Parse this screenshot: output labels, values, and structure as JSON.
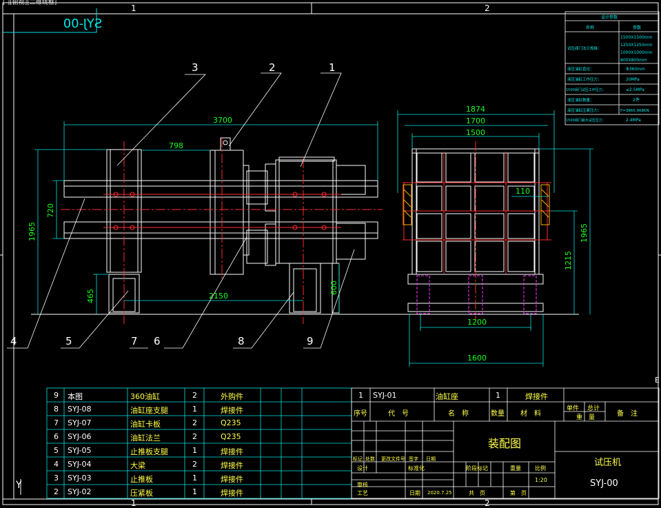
{
  "viewport_label": "[-][俯视][二维线框]",
  "drawing_no_mirrored": "SYJ-00",
  "border": {
    "col_top_1": "1",
    "col_top_2": "2",
    "col_bot_1": "1",
    "col_bot_2": "2",
    "row_right_e": "E"
  },
  "ucs_label": "Y",
  "balloons": [
    "1",
    "2",
    "3",
    "4",
    "5",
    "6",
    "7",
    "8",
    "9"
  ],
  "dims": {
    "overall_length": "3700",
    "span_798": "798",
    "height_720": "720",
    "height_1965": "1965",
    "height_465": "465",
    "span_2150": "2150",
    "height_600": "600",
    "width_1874": "1874",
    "width_1700": "1700",
    "width_1500": "1500",
    "gap_110": "110",
    "height_1215": "1215",
    "height_1965_side": "1965",
    "base_1200": "1200",
    "base_1600": "1600"
  },
  "params": {
    "title": "设计参数",
    "head_name": "名称",
    "head_param": "参数",
    "rows": [
      {
        "name": "试压阀门法兰规格：",
        "values": [
          "1500X1500mm",
          "1250X1250mm",
          "1000X1000mm",
          "800X800mm"
        ]
      },
      {
        "name": "液压油缸直径：",
        "values": [
          "Φ360mm"
        ]
      },
      {
        "name": "液压油缸工作压力：",
        "values": [
          "20MPa"
        ]
      },
      {
        "name": "1500阀门试压工作压力：",
        "values": [
          "≤2.5MPa"
        ]
      },
      {
        "name": "液压油缸数量：",
        "values": [
          "2件"
        ]
      },
      {
        "name": "液压油缸压紧压力：",
        "values": [
          "F=3865.968KN"
        ]
      },
      {
        "name": "1500阀门最大试压压力：",
        "values": [
          "2.4MPa"
        ]
      }
    ]
  },
  "bom": {
    "rows": [
      {
        "no": "9",
        "code": "本图",
        "name": "360油缸",
        "qty": "2",
        "mat": "外购件"
      },
      {
        "no": "8",
        "code": "SYJ-08",
        "name": "油缸座支腿",
        "qty": "1",
        "mat": "焊接件"
      },
      {
        "no": "7",
        "code": "SYJ-07",
        "name": "油缸卡板",
        "qty": "2",
        "mat": "Q235"
      },
      {
        "no": "6",
        "code": "SYJ-06",
        "name": "油缸法兰",
        "qty": "2",
        "mat": "Q235"
      },
      {
        "no": "5",
        "code": "SYJ-05",
        "name": "止推板支腿",
        "qty": "1",
        "mat": "焊接件"
      },
      {
        "no": "4",
        "code": "SYJ-04",
        "name": "大梁",
        "qty": "2",
        "mat": "焊接件"
      },
      {
        "no": "3",
        "code": "SYJ-03",
        "name": "止推板",
        "qty": "1",
        "mat": "焊接件"
      },
      {
        "no": "2",
        "code": "SYJ-02",
        "name": "压紧板",
        "qty": "1",
        "mat": "焊接件"
      }
    ],
    "row1": {
      "no": "1",
      "code": "SYJ-01",
      "name": "油缸座",
      "qty": "1",
      "mat": "焊接件"
    },
    "header": {
      "no": "序号",
      "code": "代　号",
      "name": "名　称",
      "qty": "数量",
      "mat": "材　料",
      "single": "单件",
      "total": "总计",
      "weight": "重　量",
      "remark": "备　注"
    }
  },
  "title_block": {
    "drawing_title": "装配图",
    "product_name": "试压机",
    "drawing_no": "SYJ-00",
    "row_labels": [
      "标记",
      "处数",
      "更改文件号",
      "签字",
      "日期"
    ],
    "design": "设计",
    "standard": "标准化",
    "stage": "阶段标记",
    "weight": "重量",
    "scale": "比例",
    "scale_value": "1:20",
    "review": "审核",
    "process": "工艺",
    "date_label": "日期",
    "date_value": "2020.7.25",
    "total_sheets": "共　页",
    "sheet_no": "第　页"
  }
}
